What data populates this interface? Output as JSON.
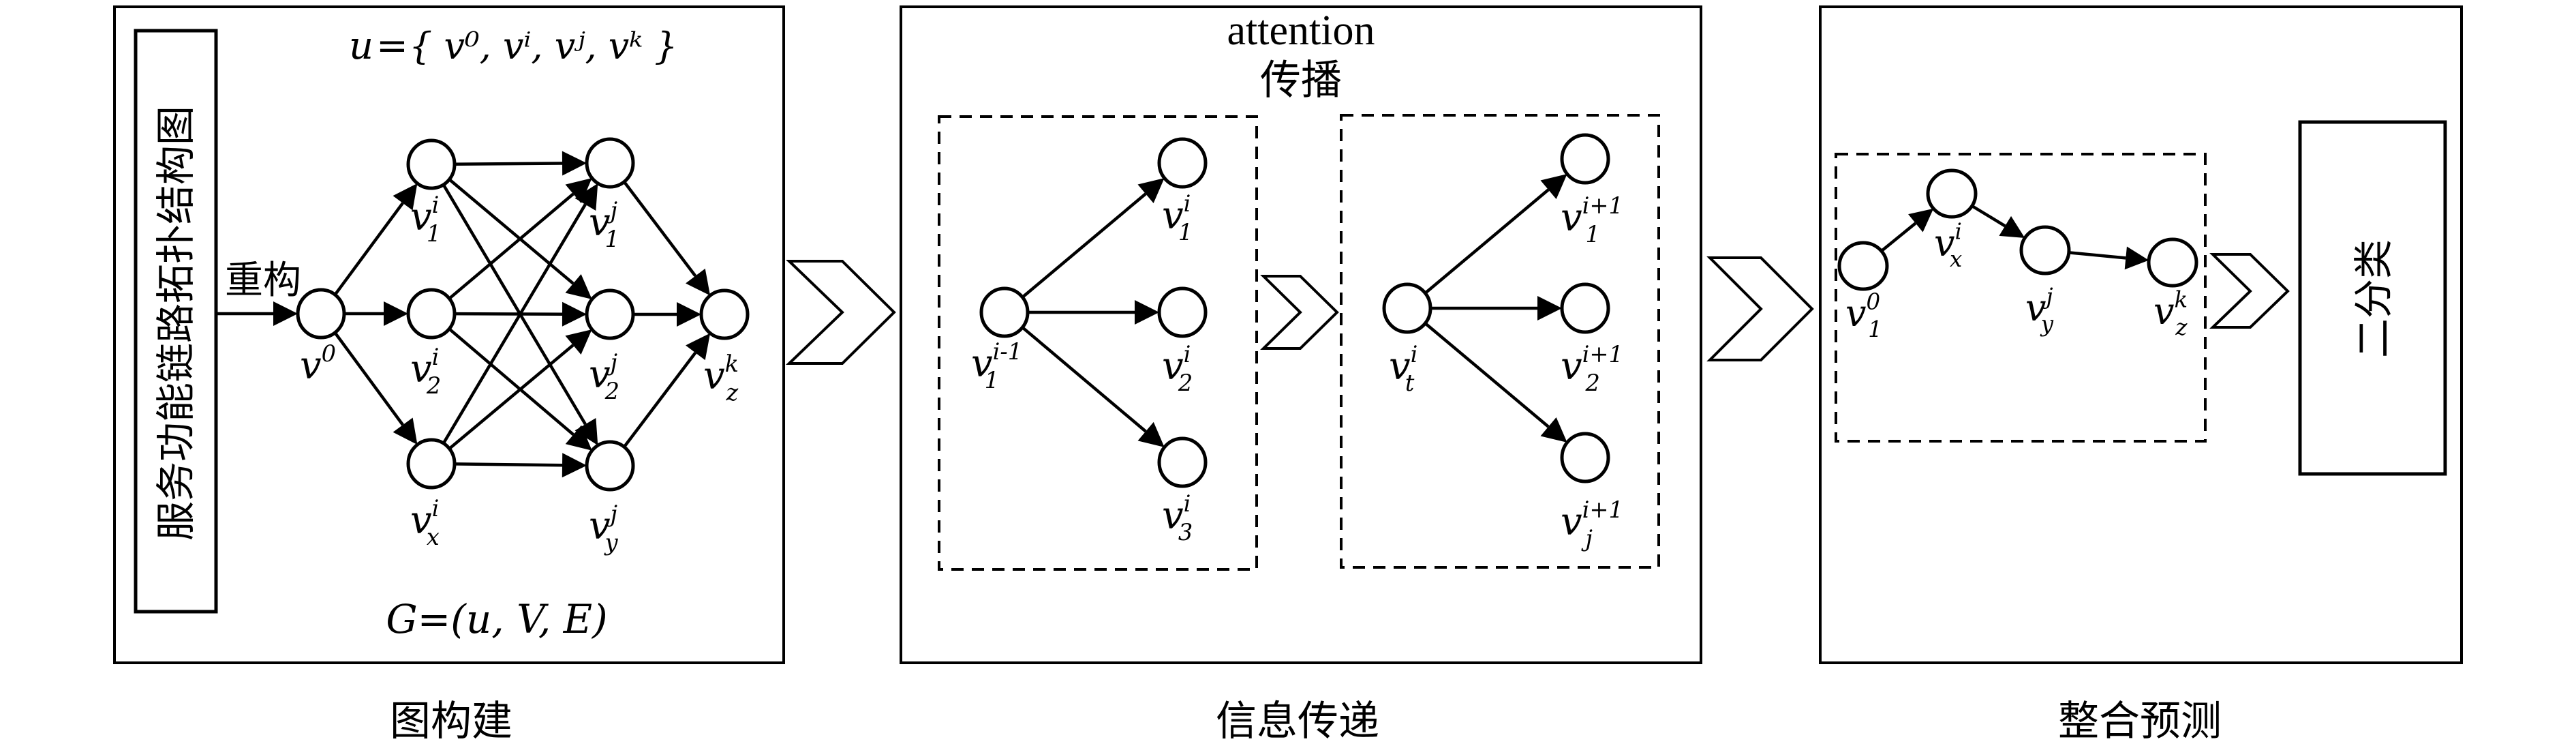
{
  "figure": {
    "panels": [
      {
        "id": "graph-construction",
        "caption": "图构建",
        "input_box_label": "服务功能链路拓扑结构图",
        "reconstruct_label": "重构",
        "node_set_formula": {
          "lhs": "u",
          "eq": "=",
          "body": "{ v⁰, vⁱ, vʲ, vᵏ }"
        },
        "graph_formula": "G=(u, V, E)",
        "nodes": [
          {
            "id": "v0",
            "base": "v",
            "sup": "0",
            "sub": ""
          },
          {
            "id": "v1i",
            "base": "v",
            "sup": "i",
            "sub": "1"
          },
          {
            "id": "v2i",
            "base": "v",
            "sup": "i",
            "sub": "2"
          },
          {
            "id": "vxi",
            "base": "v",
            "sup": "i",
            "sub": "x"
          },
          {
            "id": "v1j",
            "base": "v",
            "sup": "j",
            "sub": "1"
          },
          {
            "id": "v2j",
            "base": "v",
            "sup": "j",
            "sub": "2"
          },
          {
            "id": "vyj",
            "base": "v",
            "sup": "j",
            "sub": "y"
          },
          {
            "id": "vzk",
            "base": "v",
            "sup": "k",
            "sub": "z"
          }
        ],
        "edges": [
          [
            "input",
            "v0"
          ],
          [
            "v0",
            "v1i"
          ],
          [
            "v0",
            "v2i"
          ],
          [
            "v0",
            "vxi"
          ],
          [
            "v1i",
            "v1j"
          ],
          [
            "v1i",
            "v2j"
          ],
          [
            "v1i",
            "vyj"
          ],
          [
            "v2i",
            "v1j"
          ],
          [
            "v2i",
            "v2j"
          ],
          [
            "v2i",
            "vyj"
          ],
          [
            "vxi",
            "v1j"
          ],
          [
            "vxi",
            "v2j"
          ],
          [
            "vxi",
            "vyj"
          ],
          [
            "v1j",
            "vzk"
          ],
          [
            "v2j",
            "vzk"
          ],
          [
            "vyj",
            "vzk"
          ]
        ]
      },
      {
        "id": "message-passing",
        "caption": "信息传递",
        "title_line1": "attention",
        "title_line2": "传播",
        "groups": [
          {
            "source": {
              "base": "v",
              "sup": "i-1",
              "sub": "1"
            },
            "targets": [
              {
                "base": "v",
                "sup": "i",
                "sub": "1"
              },
              {
                "base": "v",
                "sup": "i",
                "sub": "2"
              },
              {
                "base": "v",
                "sup": "i",
                "sub": "3"
              }
            ]
          },
          {
            "source": {
              "base": "v",
              "sup": "i",
              "sub": "t"
            },
            "targets": [
              {
                "base": "v",
                "sup": "i+1",
                "sub": "1"
              },
              {
                "base": "v",
                "sup": "i+1",
                "sub": "2"
              },
              {
                "base": "v",
                "sup": "i+1",
                "sub": "j"
              }
            ]
          }
        ]
      },
      {
        "id": "integration-prediction",
        "caption": "整合预测",
        "path_nodes": [
          {
            "base": "v",
            "sup": "0",
            "sub": "1"
          },
          {
            "base": "v",
            "sup": "i",
            "sub": "x"
          },
          {
            "base": "v",
            "sup": "j",
            "sub": "y"
          },
          {
            "base": "v",
            "sup": "k",
            "sub": "z"
          }
        ],
        "output_label": "二分类"
      }
    ]
  }
}
